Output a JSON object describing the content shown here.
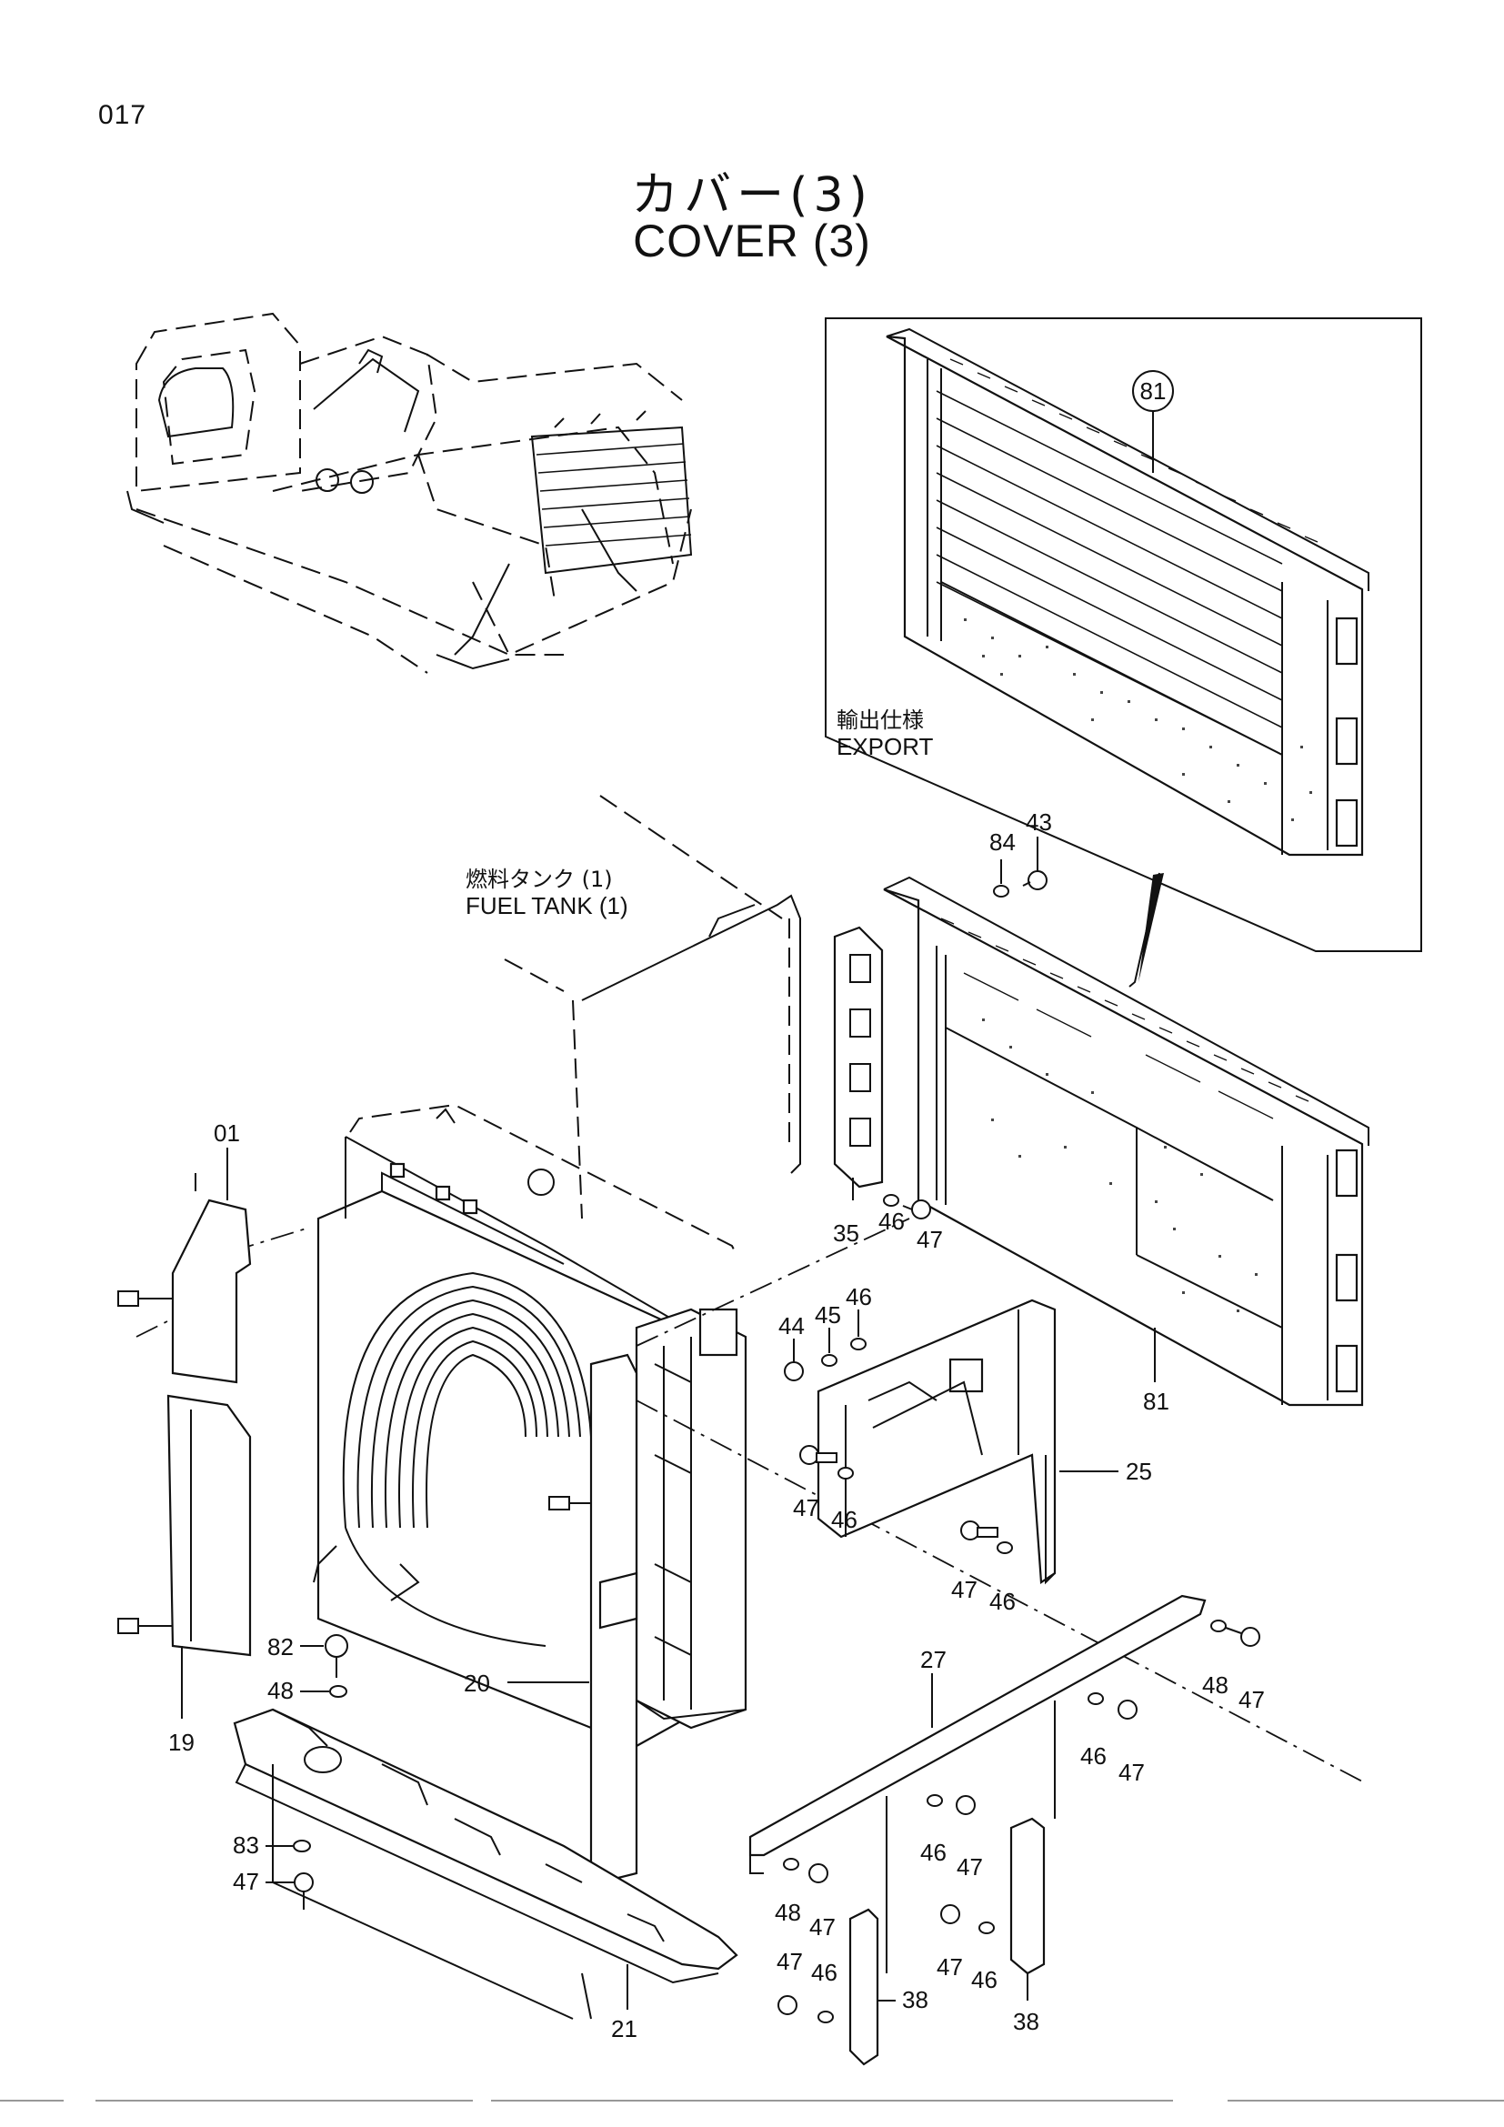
{
  "page": {
    "number": "017"
  },
  "title": {
    "ja": "カバー(3)",
    "en": "COVER (3)"
  },
  "captions": {
    "export_ja": "輸出仕様",
    "export_en": "EXPORT",
    "fuel_ja": "燃料タンク (1)",
    "fuel_en": "FUEL TANK (1)"
  },
  "callouts": {
    "c81_export": "81",
    "c84": "84",
    "c43": "43",
    "c01": "01",
    "c35": "35",
    "c46a": "46",
    "c47a": "47",
    "c44": "44",
    "c45": "45",
    "c46b": "46",
    "c81": "81",
    "c25": "25",
    "c47b": "47",
    "c46c": "46",
    "c47c": "47",
    "c46d": "46",
    "c82": "82",
    "c48a": "48",
    "c19": "19",
    "c20": "20",
    "c27": "27",
    "c48b": "48",
    "c47d": "47",
    "c46e": "46",
    "c47e": "47",
    "c46f": "46",
    "c47f": "47",
    "c83": "83",
    "c47g": "47",
    "c48c": "48",
    "c47h": "47",
    "c47i": "47",
    "c46g": "46",
    "c47j": "47",
    "c46h": "46",
    "c38a": "38",
    "c38b": "38",
    "c21": "21"
  }
}
